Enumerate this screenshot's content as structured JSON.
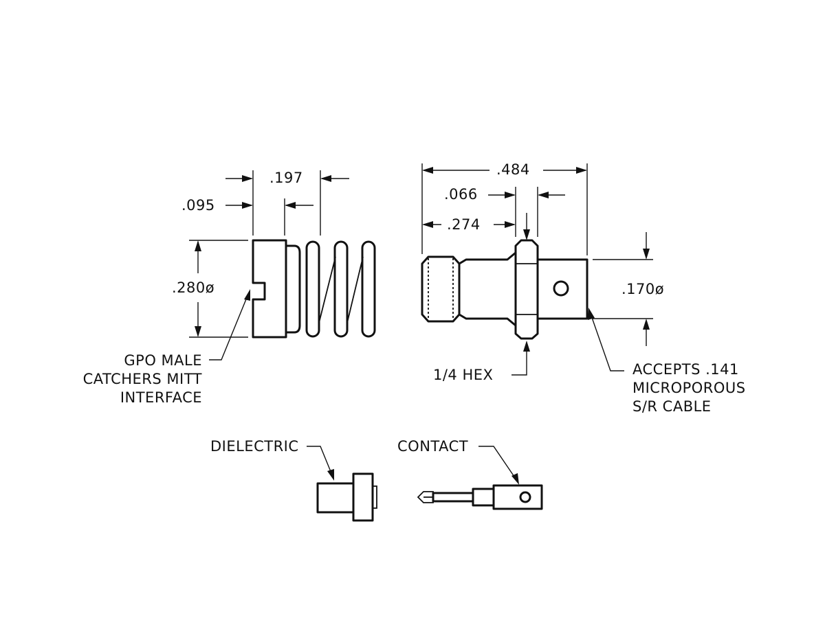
{
  "dimensions": {
    "catcher_overall_length": ".197",
    "catcher_lip": ".095",
    "catcher_diameter": ".280ø",
    "body_overall_length": ".484",
    "body_hex_width": ".066",
    "body_front_length": ".274",
    "body_cable_diameter": ".170ø"
  },
  "callouts": {
    "catcher_interface": [
      "GPO MALE",
      "CATCHERS MITT",
      "INTERFACE"
    ],
    "hex": "1/4 HEX",
    "cable": [
      "ACCEPTS .141",
      "MICROPOROUS",
      "S/R CABLE"
    ],
    "dielectric": "DIELECTRIC",
    "contact": "CONTACT"
  }
}
